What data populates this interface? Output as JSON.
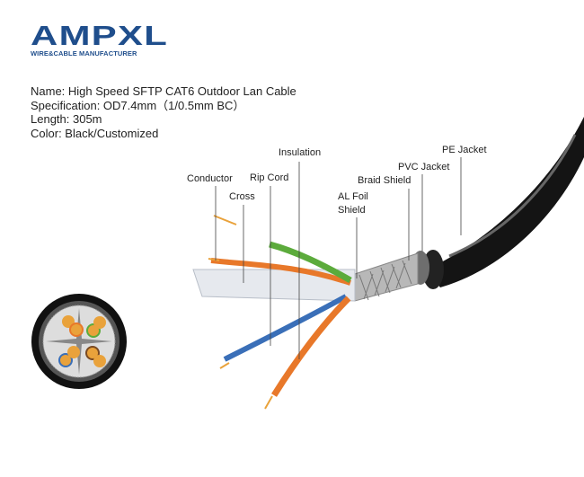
{
  "logo": {
    "brand": "AMPXL",
    "tagline": "WIRE&CABLE MANUFACTURER"
  },
  "specs": {
    "name": "Name: High Speed SFTP CAT6 Outdoor Lan Cable",
    "specification": "Specification: OD7.4mm（1/0.5mm BC）",
    "length": "Length: 305m",
    "color": "Color: Black/Customized"
  },
  "labels": {
    "insulation": "Insulation",
    "conductor": "Conductor",
    "rip_cord": "Rip Cord",
    "cross": "Cross",
    "al_foil_1": "AL Foil",
    "al_foil_2": "Shield",
    "braid_shield": "Braid Shield",
    "pvc_jacket": "PVC Jacket",
    "pe_jacket": "PE Jacket"
  },
  "colors": {
    "brand": "#1f4e8c",
    "jacket": "#111111",
    "orange": "#e8782a",
    "green": "#5cab3c",
    "blue": "#3a6fb8",
    "brown": "#7a4a22",
    "copper": "#e9a23b"
  }
}
